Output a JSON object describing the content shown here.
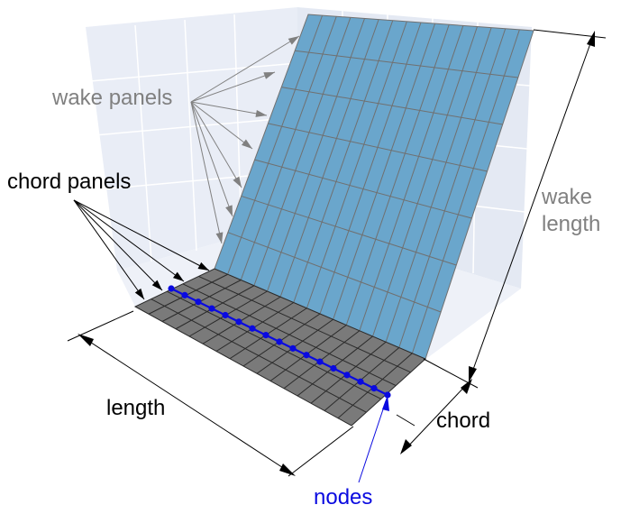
{
  "labels": {
    "wake_panels": "wake panels",
    "chord_panels": "chord panels",
    "wake_length_line1": "wake",
    "wake_length_line2": "length",
    "length": "length",
    "chord": "chord",
    "nodes": "nodes"
  },
  "colors": {
    "wake_fill": "#6aa6cc",
    "wake_line": "#707070",
    "chord_fill": "#7a7a7a",
    "chord_line": "#2a2a2a",
    "node": "#0a0ae0",
    "gray_text": "#808080",
    "black_text": "#000000",
    "blue_text": "#0a0ae0",
    "box_bg": "#e9edf6",
    "box_grid": "#ffffff"
  },
  "mesh": {
    "spanwise_panels": 16,
    "chordwise_panels": 5,
    "wake_rows": 7,
    "node_count": 17
  }
}
